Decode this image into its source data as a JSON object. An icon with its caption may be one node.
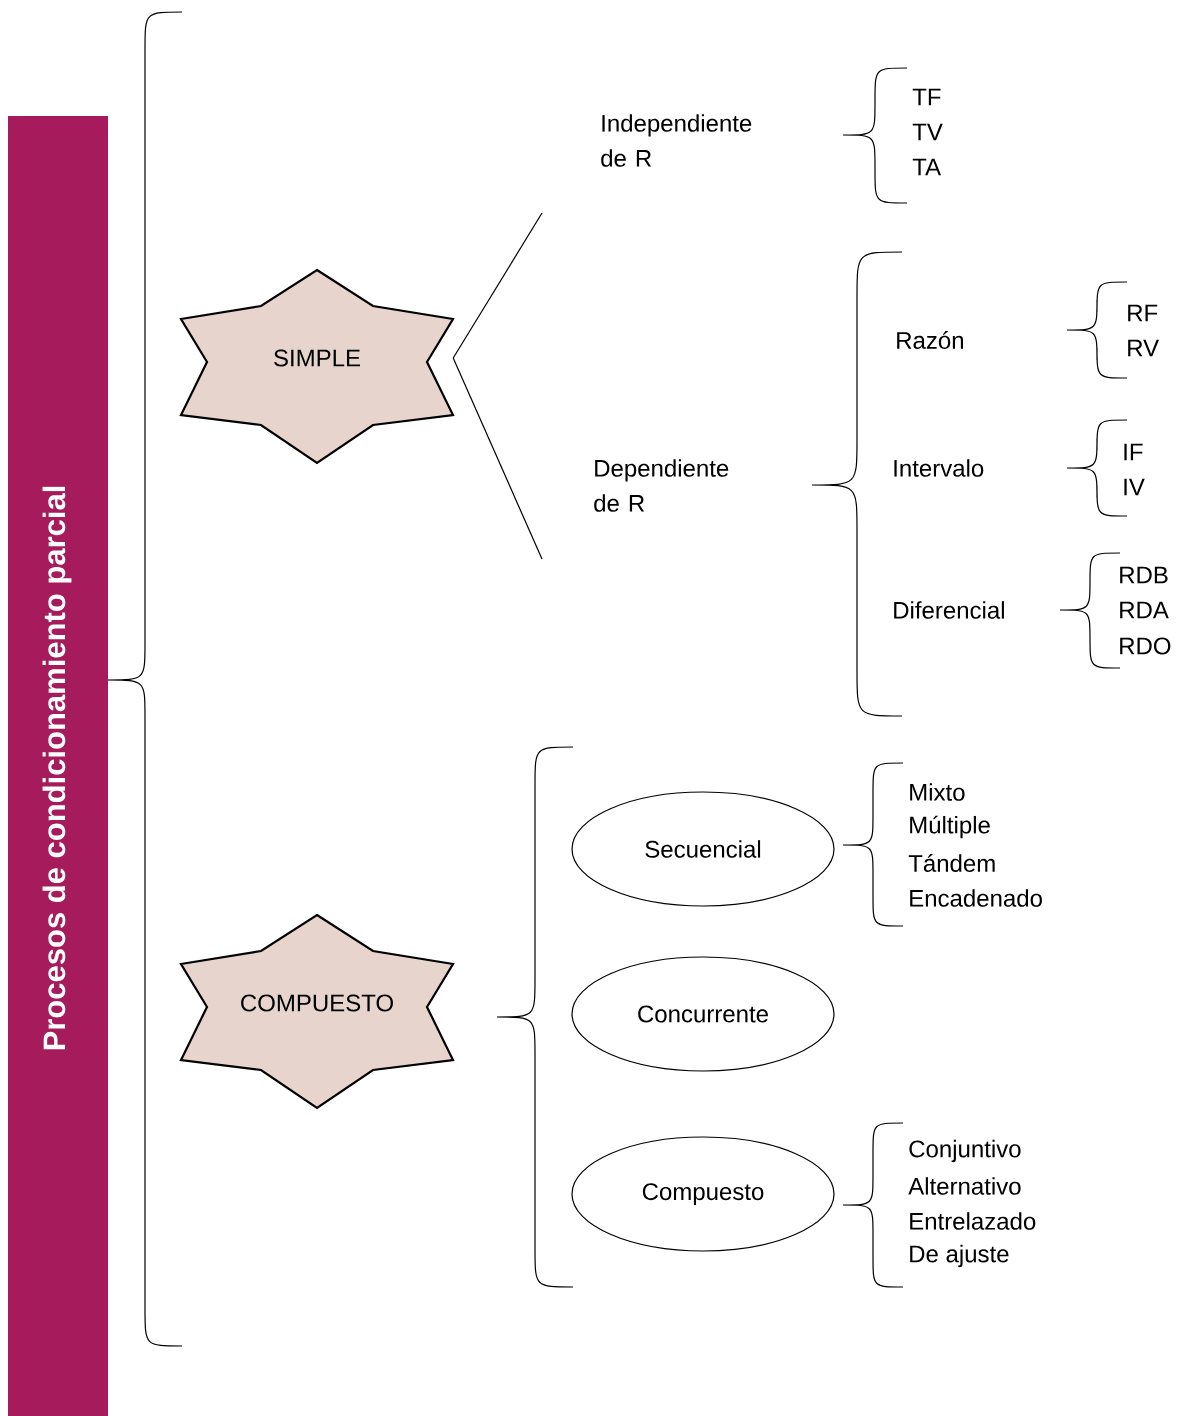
{
  "diagram": {
    "nodes": [
      {
        "text": [
          "Procesos de condicionamiento parcial"
        ]
      },
      {
        "text": [
          "SIMPLE"
        ]
      },
      {
        "text": [
          "COMPUESTO"
        ]
      },
      {
        "text": [
          "Independiente de R"
        ]
      },
      {
        "text": [
          "Dependiente de R"
        ]
      },
      {
        "text": [
          "Secuencial"
        ]
      },
      {
        "text": [
          "Concurrente"
        ]
      },
      {
        "text": [
          "Compuesto"
        ]
      }
    ],
    "edges": [
      {
        "from": 1,
        "to": 3,
        "arrow": "none"
      },
      {
        "from": 1,
        "to": 4,
        "arrow": "none"
      }
    ],
    "labels": [
      "TF",
      "TV",
      "TA",
      "Razón",
      "RF",
      "RV",
      "Intervalo",
      "IF",
      "IV",
      "Diferencial",
      "RDB",
      "RDA",
      "RDO",
      "Mixto",
      "Múltiple",
      "Tándem",
      "Encadenado",
      "Conjuntivo",
      "Alternativo",
      "Entrelazado",
      "De ajuste"
    ]
  }
}
